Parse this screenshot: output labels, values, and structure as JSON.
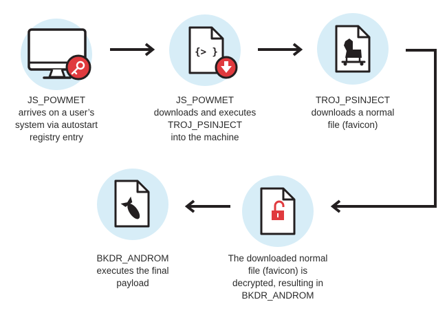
{
  "steps": [
    {
      "id": "step-1",
      "icon": "computer-key-icon",
      "label": "JS_POWMET\narrives on a user’s\nsystem via autostart\nregistry entry"
    },
    {
      "id": "step-2",
      "icon": "code-file-download-icon",
      "icon_text": "{> }",
      "label": "JS_POWMET\ndownloads and executes\nTROJ_PSINJECT\ninto the machine"
    },
    {
      "id": "step-3",
      "icon": "trojan-horse-file-icon",
      "label": "TROJ_PSINJECT\ndownloads a normal\nfile (favicon)"
    },
    {
      "id": "step-4",
      "icon": "unlocked-padlock-file-icon",
      "label": "The downloaded normal\nfile (favicon) is\ndecrypted, resulting in\nBKDR_ANDROM"
    },
    {
      "id": "step-5",
      "icon": "bomb-file-icon",
      "label": "BKDR_ANDROM\nexecutes the final\npayload"
    }
  ],
  "colors": {
    "circle_fill": "#d7edf7",
    "stroke": "#231f20",
    "accent_red": "#e03a3e",
    "file_fill": "#ffffff"
  }
}
